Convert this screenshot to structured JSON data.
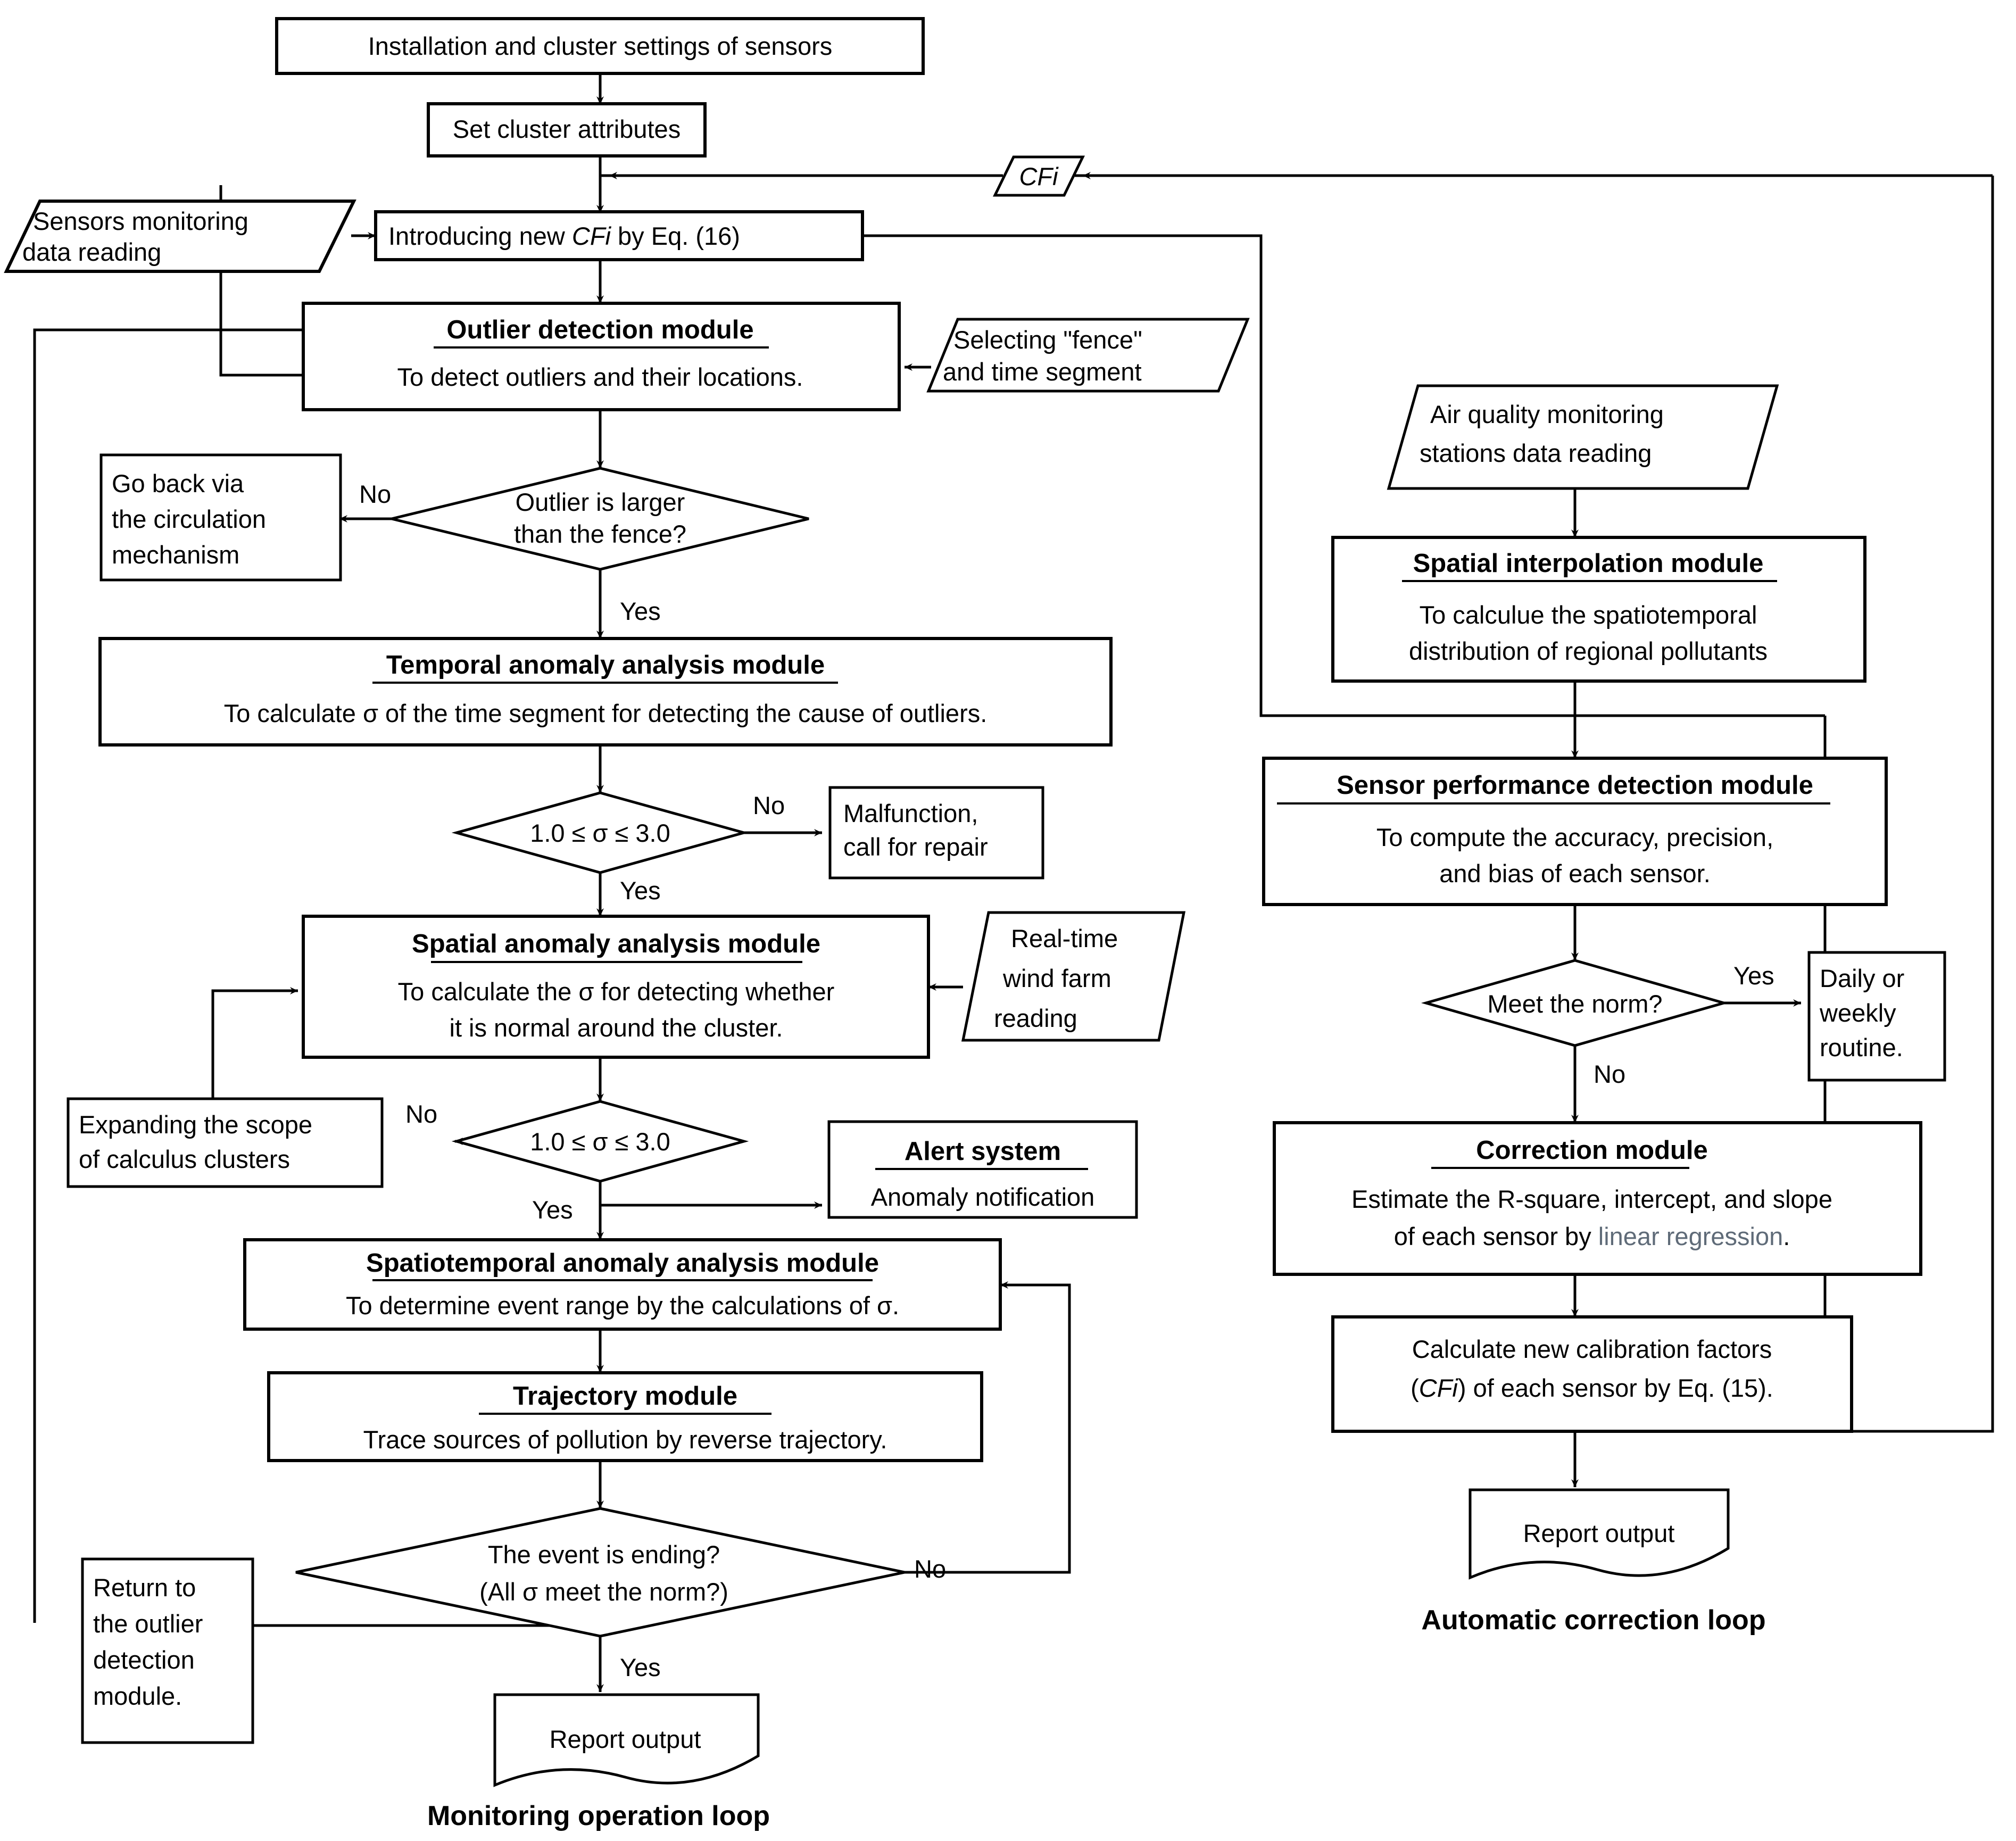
{
  "diagram": {
    "title": "Sensor monitoring and automatic correction flowchart",
    "loops": {
      "left": "Monitoring operation loop",
      "right": "Automatic correction loop"
    },
    "colors": {
      "stroke": "#000000",
      "background": "#ffffff",
      "highlight_text": "#5f6b78"
    }
  },
  "nodes": {
    "installation": {
      "label": "Installation and cluster settings of sensors",
      "shape": "process"
    },
    "set_cluster": {
      "label": "Set cluster attributes",
      "shape": "process"
    },
    "sensors_reading": {
      "line1": "Sensors monitoring",
      "line2": "data reading",
      "shape": "data"
    },
    "introducing_cfi": {
      "pre": "Introducing new ",
      "em": "CFi",
      "post": " by Eq. (16)",
      "shape": "process"
    },
    "cfi_tag": {
      "label": "CFi",
      "shape": "data"
    },
    "outlier_module": {
      "title": "Outlier detection module",
      "body": "To detect outliers and their locations.",
      "shape": "module"
    },
    "selecting_fence": {
      "line1": "Selecting \"fence\"",
      "line2": "and time segment",
      "shape": "data"
    },
    "go_back": {
      "line1": "Go back via",
      "line2": "the circulation",
      "line3": "mechanism",
      "shape": "process"
    },
    "outlier_decision": {
      "line1": "Outlier is larger",
      "line2": "than the fence?",
      "shape": "decision"
    },
    "temporal_module": {
      "title": "Temporal anomaly analysis module",
      "body": "To calculate σ of the time segment for detecting the cause of outliers.",
      "shape": "module"
    },
    "sigma_decision_1": {
      "label": "1.0 ≤ σ ≤ 3.0",
      "shape": "decision"
    },
    "malfunction": {
      "line1": "Malfunction,",
      "line2": "call for repair",
      "shape": "process"
    },
    "spatial_module": {
      "title": "Spatial anomaly analysis module",
      "body1": "To calculate the σ for detecting whether",
      "body2": "it is normal around the cluster.",
      "shape": "module"
    },
    "wind_farm": {
      "line1": "Real-time",
      "line2": "wind farm",
      "line3": "reading",
      "shape": "data"
    },
    "sigma_decision_2": {
      "label": "1.0 ≤ σ ≤ 3.0",
      "shape": "decision"
    },
    "expanding_scope": {
      "line1": "Expanding the scope",
      "line2": "of calculus clusters",
      "shape": "process"
    },
    "alert_system": {
      "title": "Alert system",
      "body": "Anomaly notification",
      "shape": "module"
    },
    "spatiotemporal_module": {
      "title": "Spatiotemporal anomaly analysis module",
      "body": "To determine event range by the calculations of σ.",
      "shape": "module"
    },
    "trajectory_module": {
      "title": "Trajectory module",
      "body": "Trace sources of pollution by reverse trajectory.",
      "shape": "module"
    },
    "event_ending": {
      "line1": "The event is ending?",
      "line2": "(All σ meet the norm?)",
      "shape": "decision"
    },
    "return_outlier": {
      "line1": "Return to",
      "line2": "the outlier",
      "line3": "detection",
      "line4": "module.",
      "shape": "process"
    },
    "report_output_left": {
      "label": "Report output",
      "shape": "document"
    },
    "air_quality": {
      "line1": "Air quality monitoring",
      "line2": "stations data reading",
      "shape": "data"
    },
    "interpolation_module": {
      "title": "Spatial interpolation module",
      "body1": "To calculue the spatiotemporal",
      "body2": "distribution of regional pollutants",
      "shape": "module"
    },
    "sensor_perf_module": {
      "title": "Sensor performance detection module",
      "body1": "To compute the accuracy, precision,",
      "body2": "and bias of each sensor.",
      "shape": "module"
    },
    "meet_norm": {
      "label": "Meet the norm?",
      "shape": "decision"
    },
    "daily_weekly": {
      "line1": "Daily or",
      "line2": "weekly",
      "line3": "routine.",
      "shape": "process"
    },
    "correction_module": {
      "title": "Correction module",
      "body1": "Estimate the R-square, intercept, and slope",
      "body2_pre": "of each sensor by ",
      "body2_em": "linear regression",
      "body2_post": ".",
      "shape": "module"
    },
    "calc_cf": {
      "line1": "Calculate new calibration factors",
      "line2_pre": "(",
      "line2_em": "CFi",
      "line2_post": ") of each sensor by Eq. (15).",
      "shape": "process"
    },
    "report_output_right": {
      "label": "Report output",
      "shape": "document"
    }
  },
  "edge_labels": {
    "outlier_no": "No",
    "outlier_yes": "Yes",
    "sigma1_no": "No",
    "sigma1_yes": "Yes",
    "sigma2_no": "No",
    "sigma2_yes": "Yes",
    "event_no": "No",
    "event_yes": "Yes",
    "norm_yes": "Yes",
    "norm_no": "No"
  }
}
